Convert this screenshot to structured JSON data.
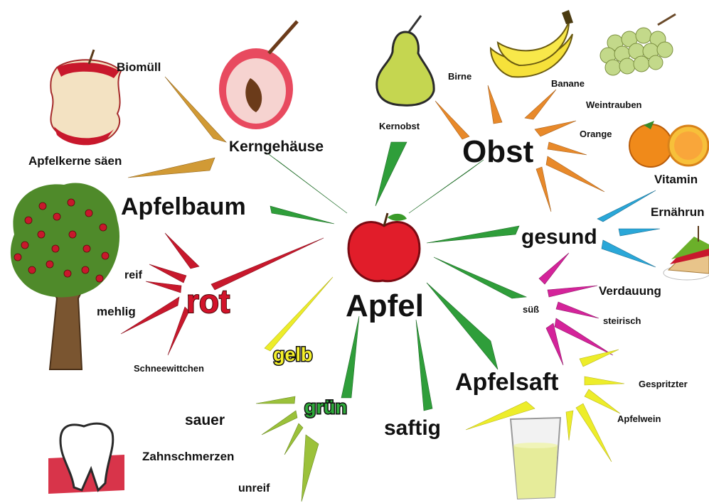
{
  "center": {
    "label": "Apfel"
  },
  "branches": {
    "obst": {
      "label": "Obst",
      "items": [
        "Birne",
        "Banane",
        "Weintrauben",
        "Orange",
        "Vitamin",
        "Ernährun"
      ]
    },
    "kernobst": {
      "label": "Kernobst"
    },
    "kerngehaeuse": {
      "label": "Kerngehäuse",
      "items": [
        "Biomüll",
        "Apfelkerne säen"
      ]
    },
    "apfelbaum": {
      "label": "Apfelbaum"
    },
    "rot": {
      "label": "rot",
      "items": [
        "reif",
        "mehlig",
        "Schneewittchen"
      ]
    },
    "gelb": {
      "label": "gelb"
    },
    "gruen": {
      "label": "grün",
      "items": [
        "sauer",
        "Zahnschmerzen",
        "unreif"
      ]
    },
    "saftig": {
      "label": "saftig"
    },
    "apfelsaft": {
      "label": "Apfelsaft",
      "items": [
        "Gespritzter",
        "Apfelwein"
      ]
    },
    "suess": {
      "label": "süß",
      "items": [
        "Verdauung",
        "steirisch"
      ]
    },
    "gesund": {
      "label": "gesund"
    }
  },
  "colors": {
    "green": "#2f9e3a",
    "red": "#c8182c",
    "yellow": "#eded2a",
    "orange": "#e8892a",
    "ochre": "#d19a35",
    "blue": "#2aa7d8",
    "magenta": "#d4239a",
    "lightgreen": "#9bc13a"
  },
  "pictures": [
    "apple-core",
    "cut-apple",
    "pear",
    "bananas",
    "grapes",
    "oranges",
    "apple-tree",
    "apple-icon",
    "sandwich",
    "tooth",
    "juice-glass"
  ]
}
